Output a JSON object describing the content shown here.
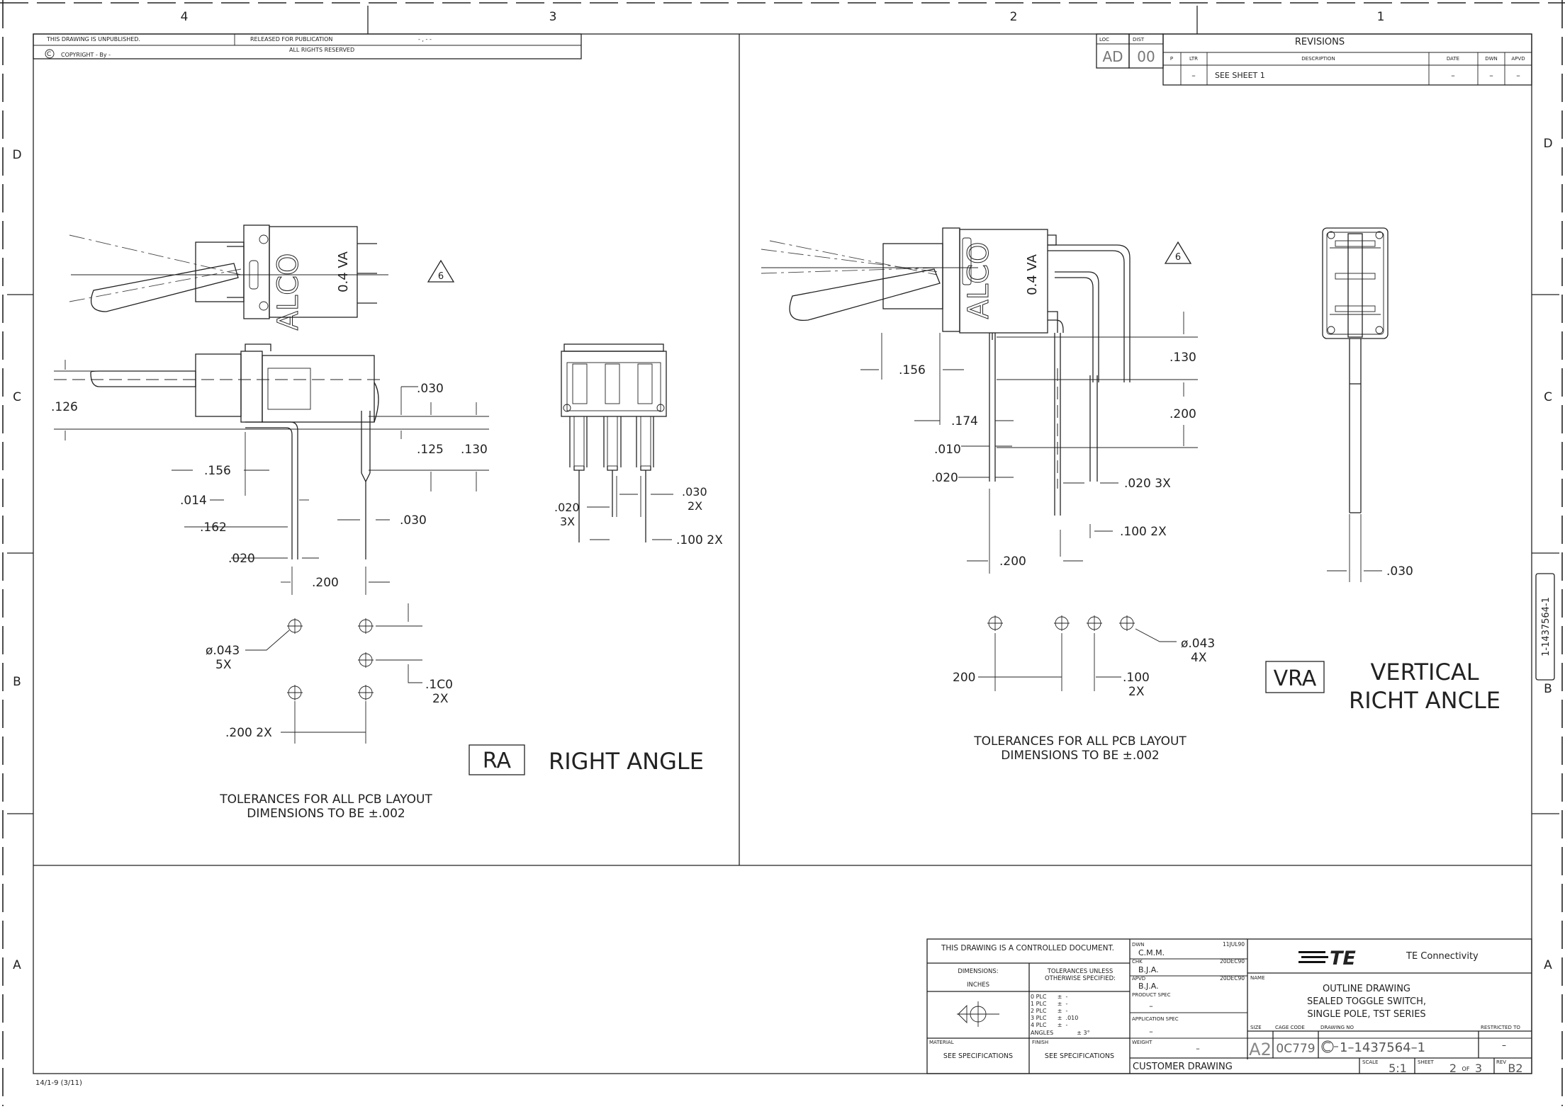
{
  "zones": {
    "top": [
      "4",
      "3",
      "2",
      "1"
    ],
    "bottom_left_code": "14/1-9  (3/11)",
    "rows": [
      "D",
      "C",
      "B",
      "A"
    ]
  },
  "header": {
    "unpublished": "THIS DRAWING IS UNPUBLISHED.",
    "released": "RELEASED FOR PUBLICATION",
    "released_val": "- , -  -",
    "copyright": "COPYRIGHT   -     By  -",
    "rights": "ALL RIGHTS RESERVED",
    "copyright_symbol": "C"
  },
  "loc_box": {
    "loc_label": "LOC",
    "loc_value": "AD",
    "dist_label": "DIST",
    "dist_value": "00"
  },
  "revisions": {
    "title": "REVISIONS",
    "headers": [
      "P",
      "LTR",
      "DESCRIPTION",
      "DATE",
      "DWN",
      "APVD"
    ],
    "row": [
      "",
      "–",
      "SEE SHEET 1",
      "–",
      "–",
      "–"
    ]
  },
  "side_tab": "1-1437564-1",
  "left_view": {
    "dims": [
      ".126",
      ".030",
      ".125",
      ".130",
      ".156",
      ".014",
      ".162",
      ".030",
      ".020",
      ".200"
    ],
    "end_dims": [
      ".020",
      "3X",
      ".030",
      "2X",
      ".100  2X"
    ],
    "hole_dia": "ø.043",
    "hole_qty": "5X",
    "pitch_a": ".1C0",
    "pitch_a_qty": "2X",
    "pitch_b": ".200  2X",
    "body_mark_1": "ALCO",
    "body_mark_2": "0.4  VA",
    "note_tri": "6",
    "badge": "RA",
    "title": "RIGHT  ANGLE",
    "tol_1": "TOLERANCES  FOR  ALL  PCB  LAYOUT",
    "tol_2": "DIMENSIONS  TO  BE  ±.002"
  },
  "right_view": {
    "dims": [
      ".156",
      ".130",
      ".174",
      ".200",
      ".010",
      ".020",
      ".020  3X",
      ".100  2X",
      ".200",
      ".030"
    ],
    "hole_dia": "ø.043",
    "hole_qty": "4X",
    "pitch_a": "200",
    "pitch_b": ".100",
    "pitch_b_qty": "2X",
    "body_mark_1": "ALCO",
    "body_mark_2": "0.4  VA",
    "note_tri": "6",
    "badge": "VRA",
    "title_1": "VERTICAL",
    "title_2": "RICHT  ANCLE",
    "tol_1": "TOLERANCES  FOR  ALL  PCB  LAYOUT",
    "tol_2": "DIMENSIONS  TO  BE  ±.002"
  },
  "title_block": {
    "controlled": "THIS DRAWING IS A CONTROLLED DOCUMENT.",
    "dimensions_label": "DIMENSIONS:",
    "dimensions_unit": "INCHES",
    "tol_label_1": "TOLERANCES UNLESS",
    "tol_label_2": "OTHERWISE SPECIFIED:",
    "tol_rows": [
      "0 PLC      ±  -",
      "1 PLC      ±  -",
      "2 PLC      ±  -",
      "3 PLC      ±  .010",
      "4 PLC      ±  -",
      "ANGLES             ± 3°"
    ],
    "material_label": "MATERIAL",
    "material_value": "SEE SPECIFICATIONS",
    "finish_label": "FINISH",
    "finish_value": "SEE SPECIFICATIONS",
    "dwn_label": "DWN",
    "dwn_name": "C.M.M.",
    "dwn_date": "11JUL90",
    "chk_label": "CHK",
    "chk_name": "B.J.A.",
    "chk_date": "20DEC90",
    "apvd_label": "APVD",
    "apvd_name": "B.J.A.",
    "apvd_date": "20DEC90",
    "product_spec_label": "PRODUCT SPEC",
    "product_spec_value": "–",
    "application_spec_label": "APPLICATION SPEC",
    "application_spec_value": "–",
    "weight_label": "WEIGHT",
    "weight_value": "–",
    "customer": "CUSTOMER DRAWING",
    "logo": "TE",
    "company": "TE  Connectivity",
    "name_label": "NAME",
    "name_1": "OUTLINE  DRAWING",
    "name_2": "SEALED  TOGGLE  SWITCH,",
    "name_3": "SINGLE  POLE,  TST  SERIES",
    "size_label": "SIZE",
    "size_value": "A2",
    "cage_label": "CAGE CODE",
    "cage_value": "0C779",
    "dwgno_label": "DRAWING NO",
    "dwgno_value": "1–1437564–1",
    "restricted_label": "RESTRICTED TO",
    "restricted_value": "–",
    "scale_label": "SCALE",
    "scale_value": "5:1",
    "sheet_label": "SHEET",
    "sheet_value": "2",
    "of_label": "OF",
    "of_value": "3",
    "rev_label": "REV",
    "rev_value": "B2"
  }
}
